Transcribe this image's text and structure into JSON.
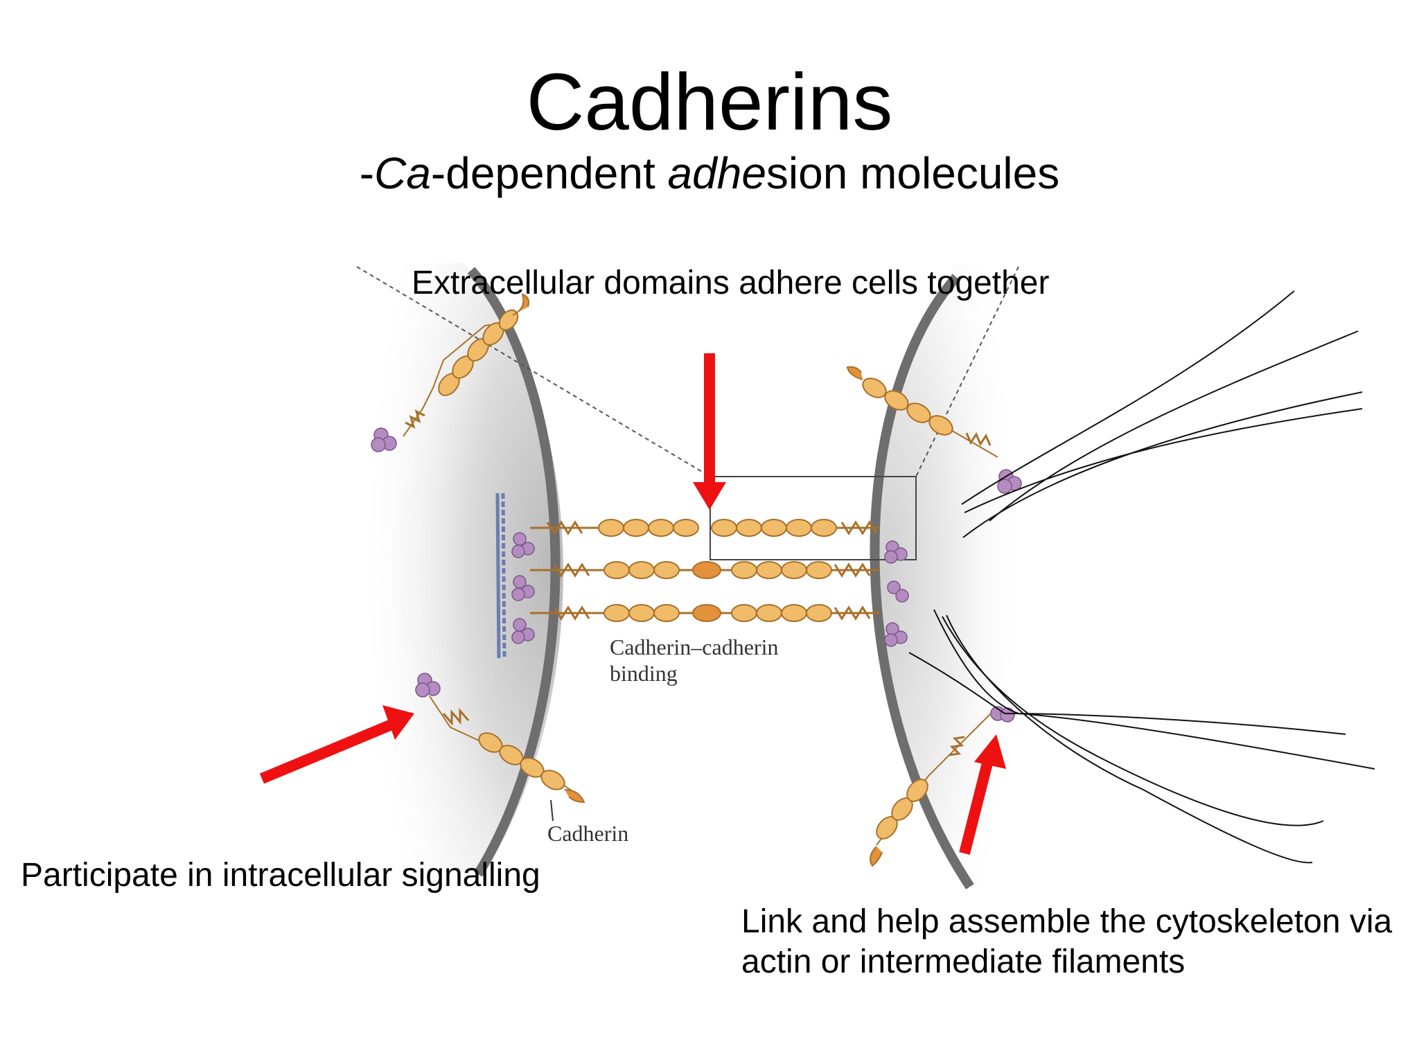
{
  "slide": {
    "title": "Cadherins",
    "subtitle": {
      "prefix": "-",
      "ca": "Ca",
      "mid": "-dependent ",
      "adhe": "adhe",
      "rest": "sion molecules"
    }
  },
  "annotations": {
    "extracellular": "Extracellular domains adhere cells together",
    "signalling": "Participate in intracellular signalling",
    "cytoskeleton_line1": "Link and help assemble the cytoskeleton via",
    "cytoskeleton_line2": "actin or intermediate filaments"
  },
  "figure_labels": {
    "binding_line1": "Cadherin–cadherin",
    "binding_line2": "binding",
    "cadherin": "Cadherin"
  },
  "colors": {
    "arrow": "#ee1111",
    "domain_fill": "#f0bc6a",
    "domain_stroke": "#a8702a",
    "catenin": "#b48cc0",
    "membrane": "#6e6e6e"
  }
}
